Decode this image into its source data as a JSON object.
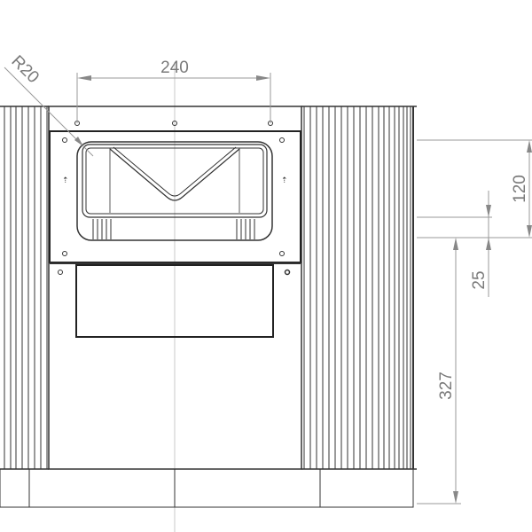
{
  "drawing": {
    "type": "technical-drawing-front-view",
    "line_color": "#333333",
    "dimension_color": "#7a7a7a",
    "dimensions": {
      "top_width": {
        "label": "240"
      },
      "radius": {
        "label": "R20"
      },
      "right_upper": {
        "label": "120"
      },
      "right_middle": {
        "label": "25"
      },
      "right_lower": {
        "label": "327"
      }
    }
  }
}
